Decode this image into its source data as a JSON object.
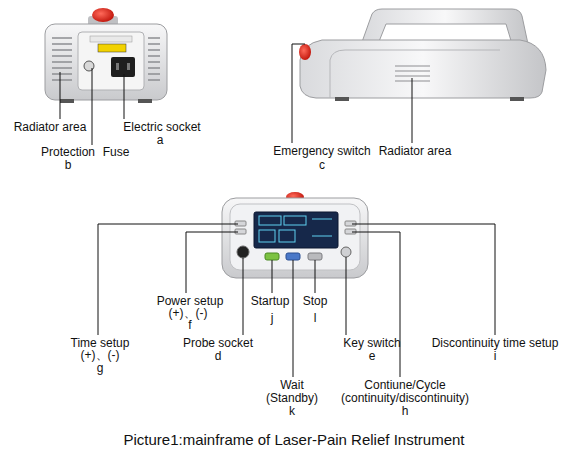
{
  "diagram": {
    "caption": "Picture1:mainframe of Laser-Pain Relief Instrument",
    "labels": [
      "Radiator area",
      "Electric socket",
      "a",
      "Protection",
      "Fuse",
      "b",
      "Emergency switch",
      "c",
      "Radiator area",
      "Power setup",
      "(+)、(-)",
      "f",
      "Startup",
      "j",
      "Stop",
      "l",
      "Time setup",
      "(+)、(-)",
      "g",
      "Probe socket",
      "d",
      "Key switch",
      "e",
      "Discontinuity time setup",
      "i",
      "Wait",
      "(Standby)",
      "k",
      "Contiune/Cycle",
      "(continuity/discontinuity)",
      "h"
    ]
  }
}
